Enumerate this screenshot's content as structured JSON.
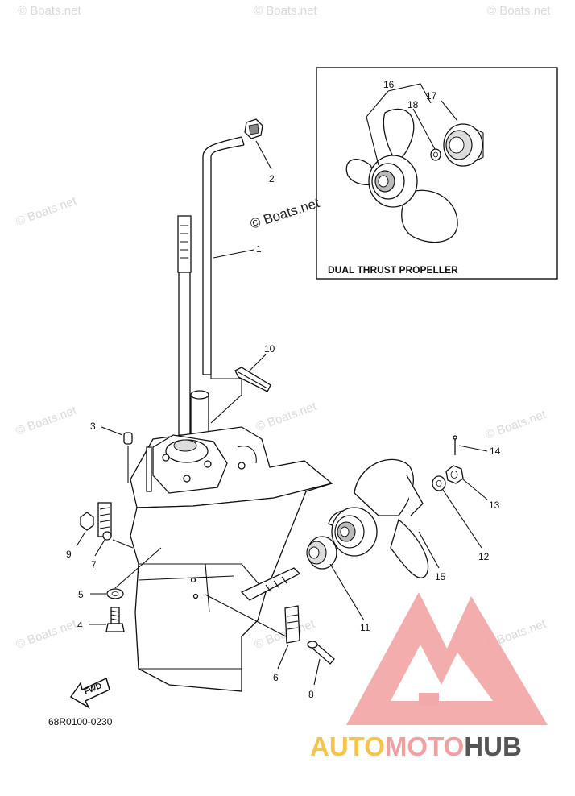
{
  "watermark_text": "© Boats.net",
  "inset_watermark_text": "© Boats.net",
  "inset_title": "DUAL THRUST PROPELLER",
  "diagram_code": "68R0100-0230",
  "fwd_label": "FWD",
  "brand": {
    "part1": "AUTO",
    "part2": "MOTO",
    "part3": "HUB",
    "colors": {
      "auto": "#f6c44a",
      "moto": "#f0a0a0",
      "hub": "#555555"
    }
  },
  "callouts": {
    "c1": "1",
    "c2": "2",
    "c3": "3",
    "c4": "4",
    "c5": "5",
    "c6": "6",
    "c7": "7",
    "c8": "8",
    "c9": "9",
    "c10": "10",
    "c11": "11",
    "c12": "12",
    "c13": "13",
    "c14": "14",
    "c15": "15",
    "c16": "16",
    "c17": "17",
    "c18": "18"
  }
}
